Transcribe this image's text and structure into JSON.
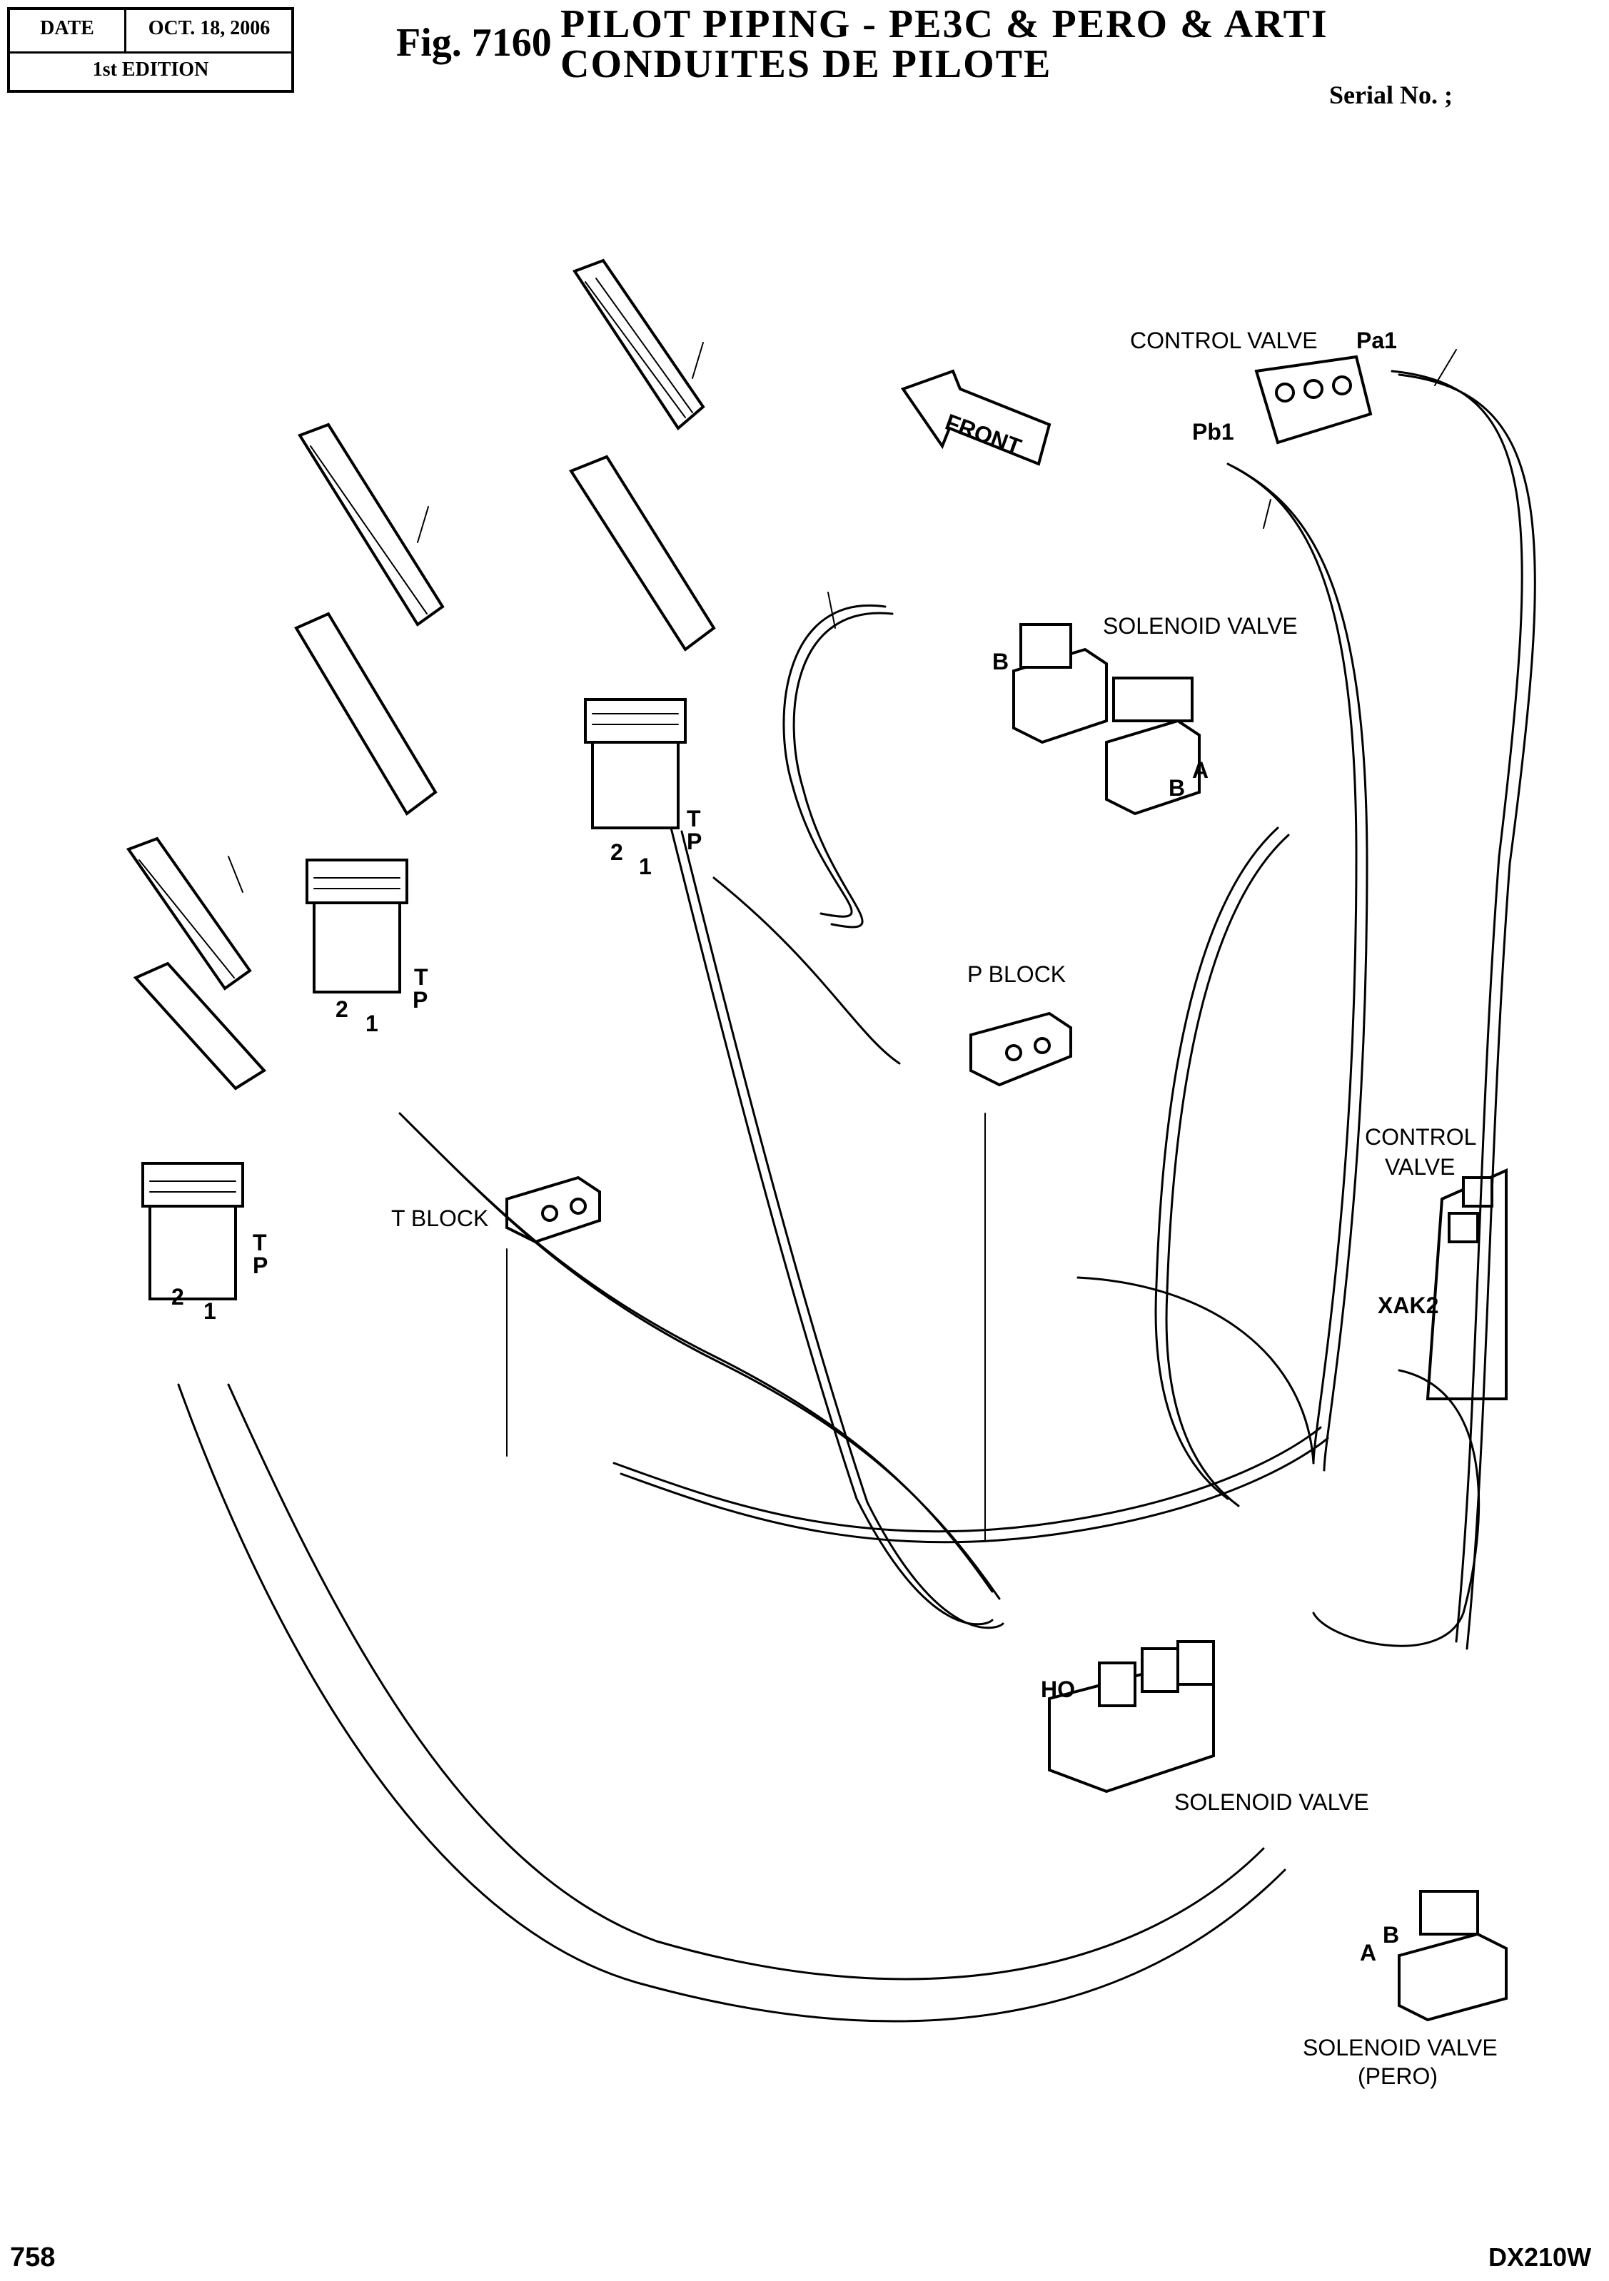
{
  "header": {
    "date_label": "DATE",
    "date_value": "OCT. 18, 2006",
    "edition": "1st EDITION",
    "fig_label": "Fig. 7160",
    "title_line1": "PILOT PIPING - PE3C & PERO & ARTI",
    "title_line2": "CONDUITES DE PILOTE",
    "serial": "Serial No. ;"
  },
  "footer": {
    "page_number": "758",
    "model": "DX210W"
  },
  "callouts": {
    "control_valve_top": "CONTROL VALVE",
    "pa1": "Pa1",
    "pb1": "Pb1",
    "front": "FRONT",
    "solenoid_valve_top": "SOLENOID VALVE",
    "b_top": "B",
    "a_mid": "A",
    "b_mid": "B",
    "p_block": "P BLOCK",
    "t_block": "T BLOCK",
    "control_valve_right_1": "CONTROL",
    "control_valve_right_2": "VALVE",
    "xak2": "XAK2",
    "ho": "HO",
    "solenoid_valve_bottom": "SOLENOID VALVE",
    "b_bottom": "B",
    "a_bottom": "A",
    "solenoid_pero_1": "SOLENOID VALVE",
    "solenoid_pero_2": "(PERO)",
    "t_1": "T",
    "p_1": "P",
    "t_2": "T",
    "p_2": "P",
    "t_3": "T",
    "p_3": "P",
    "port_2_a": "2",
    "port_1_a": "1",
    "port_2_b": "2",
    "port_1_b": "1",
    "port_2_c": "2",
    "port_1_c": "1"
  }
}
